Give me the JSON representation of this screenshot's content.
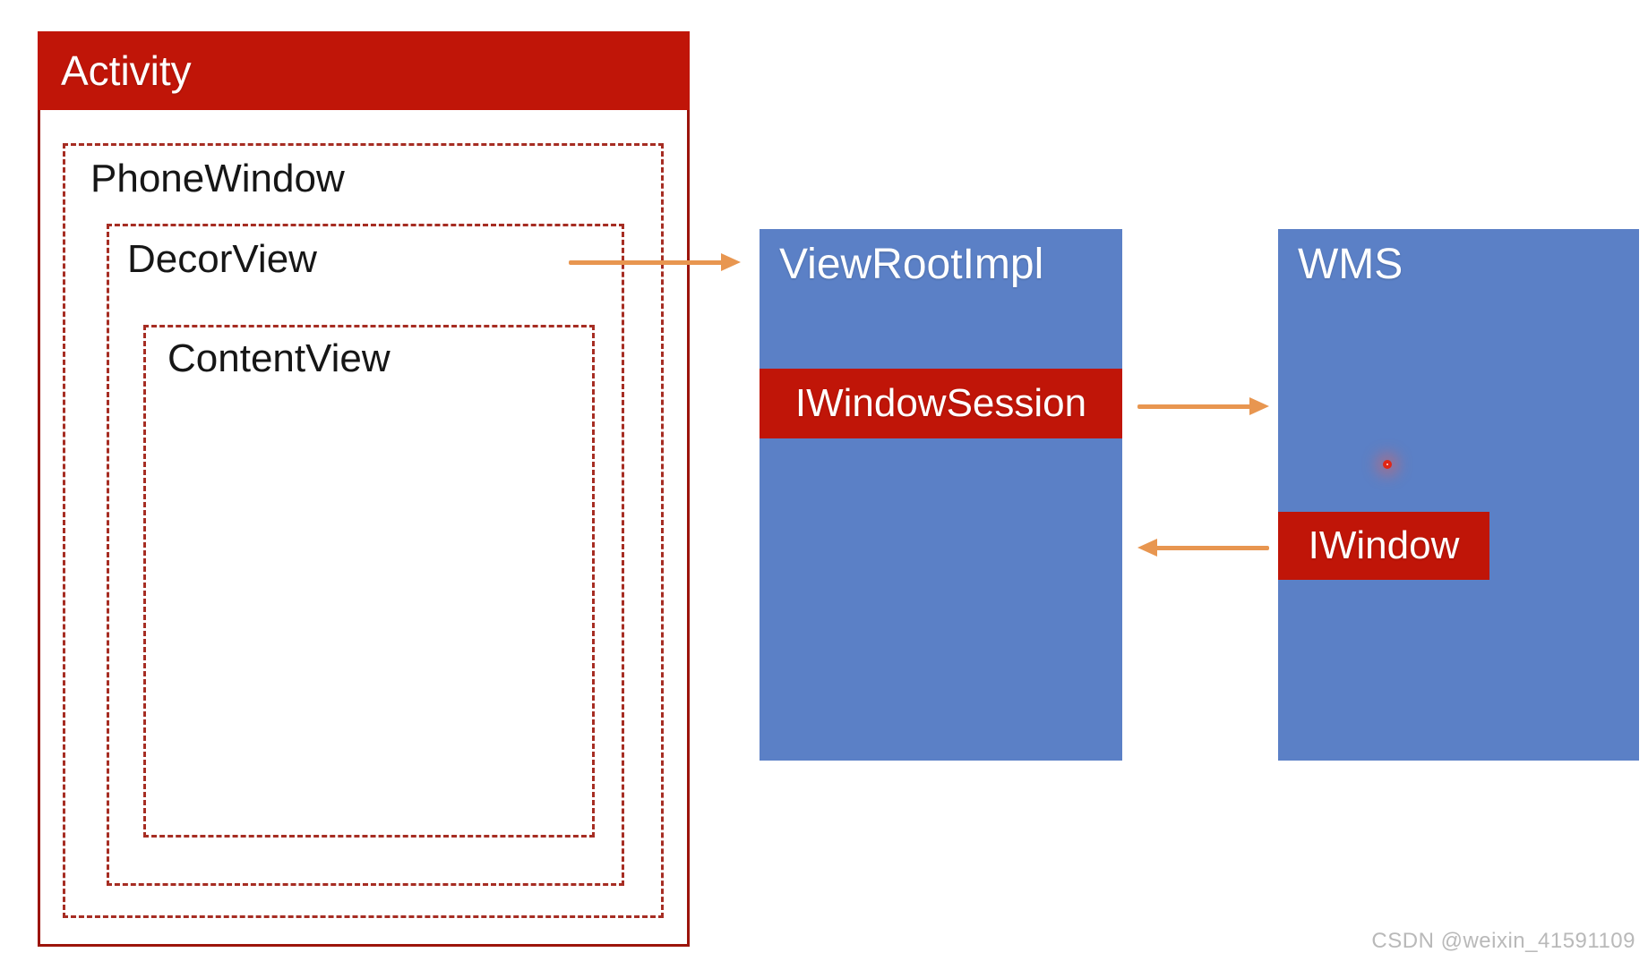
{
  "colors": {
    "accent-red": "#c01508",
    "border-red": "#9c140b",
    "dash-red": "#a62d23",
    "box-blue": "#5b80c6",
    "arrow-orange": "#e89650",
    "laser-red": "#e02717",
    "watermark-gray": "#b9b9b9"
  },
  "diagram": {
    "activity_label": "Activity",
    "phone_window_label": "PhoneWindow",
    "decor_view_label": "DecorView",
    "content_view_label": "ContentView",
    "view_root_impl_label": "ViewRootImpl",
    "iwindow_session_label": "IWindowSession",
    "wms_label": "WMS",
    "iwindow_label": "IWindow"
  },
  "watermark": "CSDN @weixin_41591109"
}
